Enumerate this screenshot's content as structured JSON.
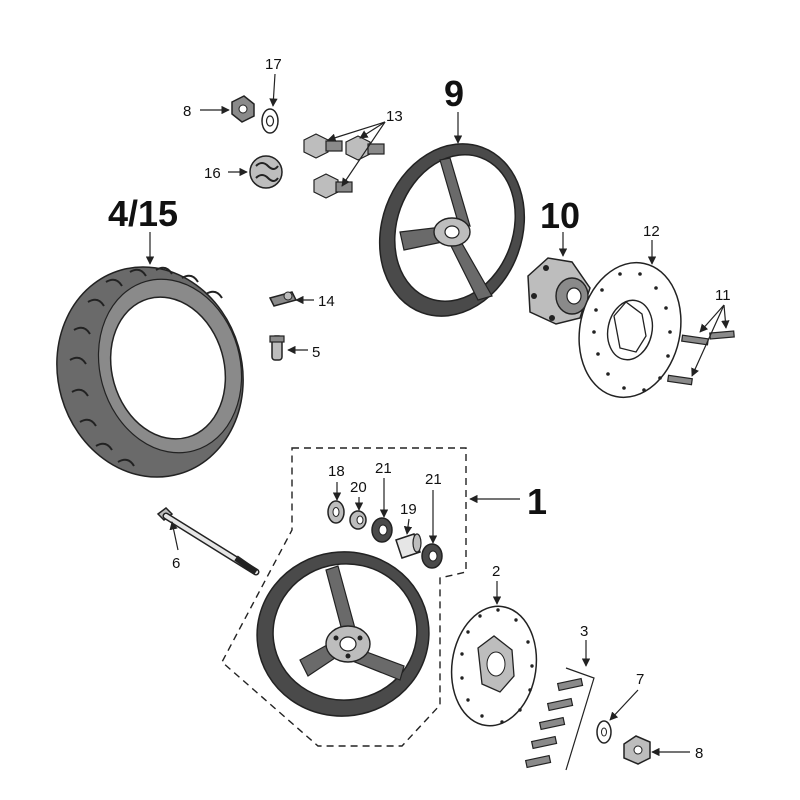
{
  "colors": {
    "ink": "#222222",
    "tire": "#6a6a6a",
    "rim": "#4a4a4a",
    "metal": "#bdbdbd",
    "light": "#e6e6e6"
  },
  "labels": {
    "l1": "1",
    "l2": "2",
    "l3": "3",
    "l4_15": "4/15",
    "l5": "5",
    "l6": "6",
    "l7": "7",
    "l8a": "8",
    "l8b": "8",
    "l9": "9",
    "l10": "10",
    "l11": "11",
    "l12": "12",
    "l13": "13",
    "l14": "14",
    "l16": "16",
    "l17": "17",
    "l18": "18",
    "l19": "19",
    "l20": "20",
    "l21a": "21",
    "l21b": "21"
  }
}
